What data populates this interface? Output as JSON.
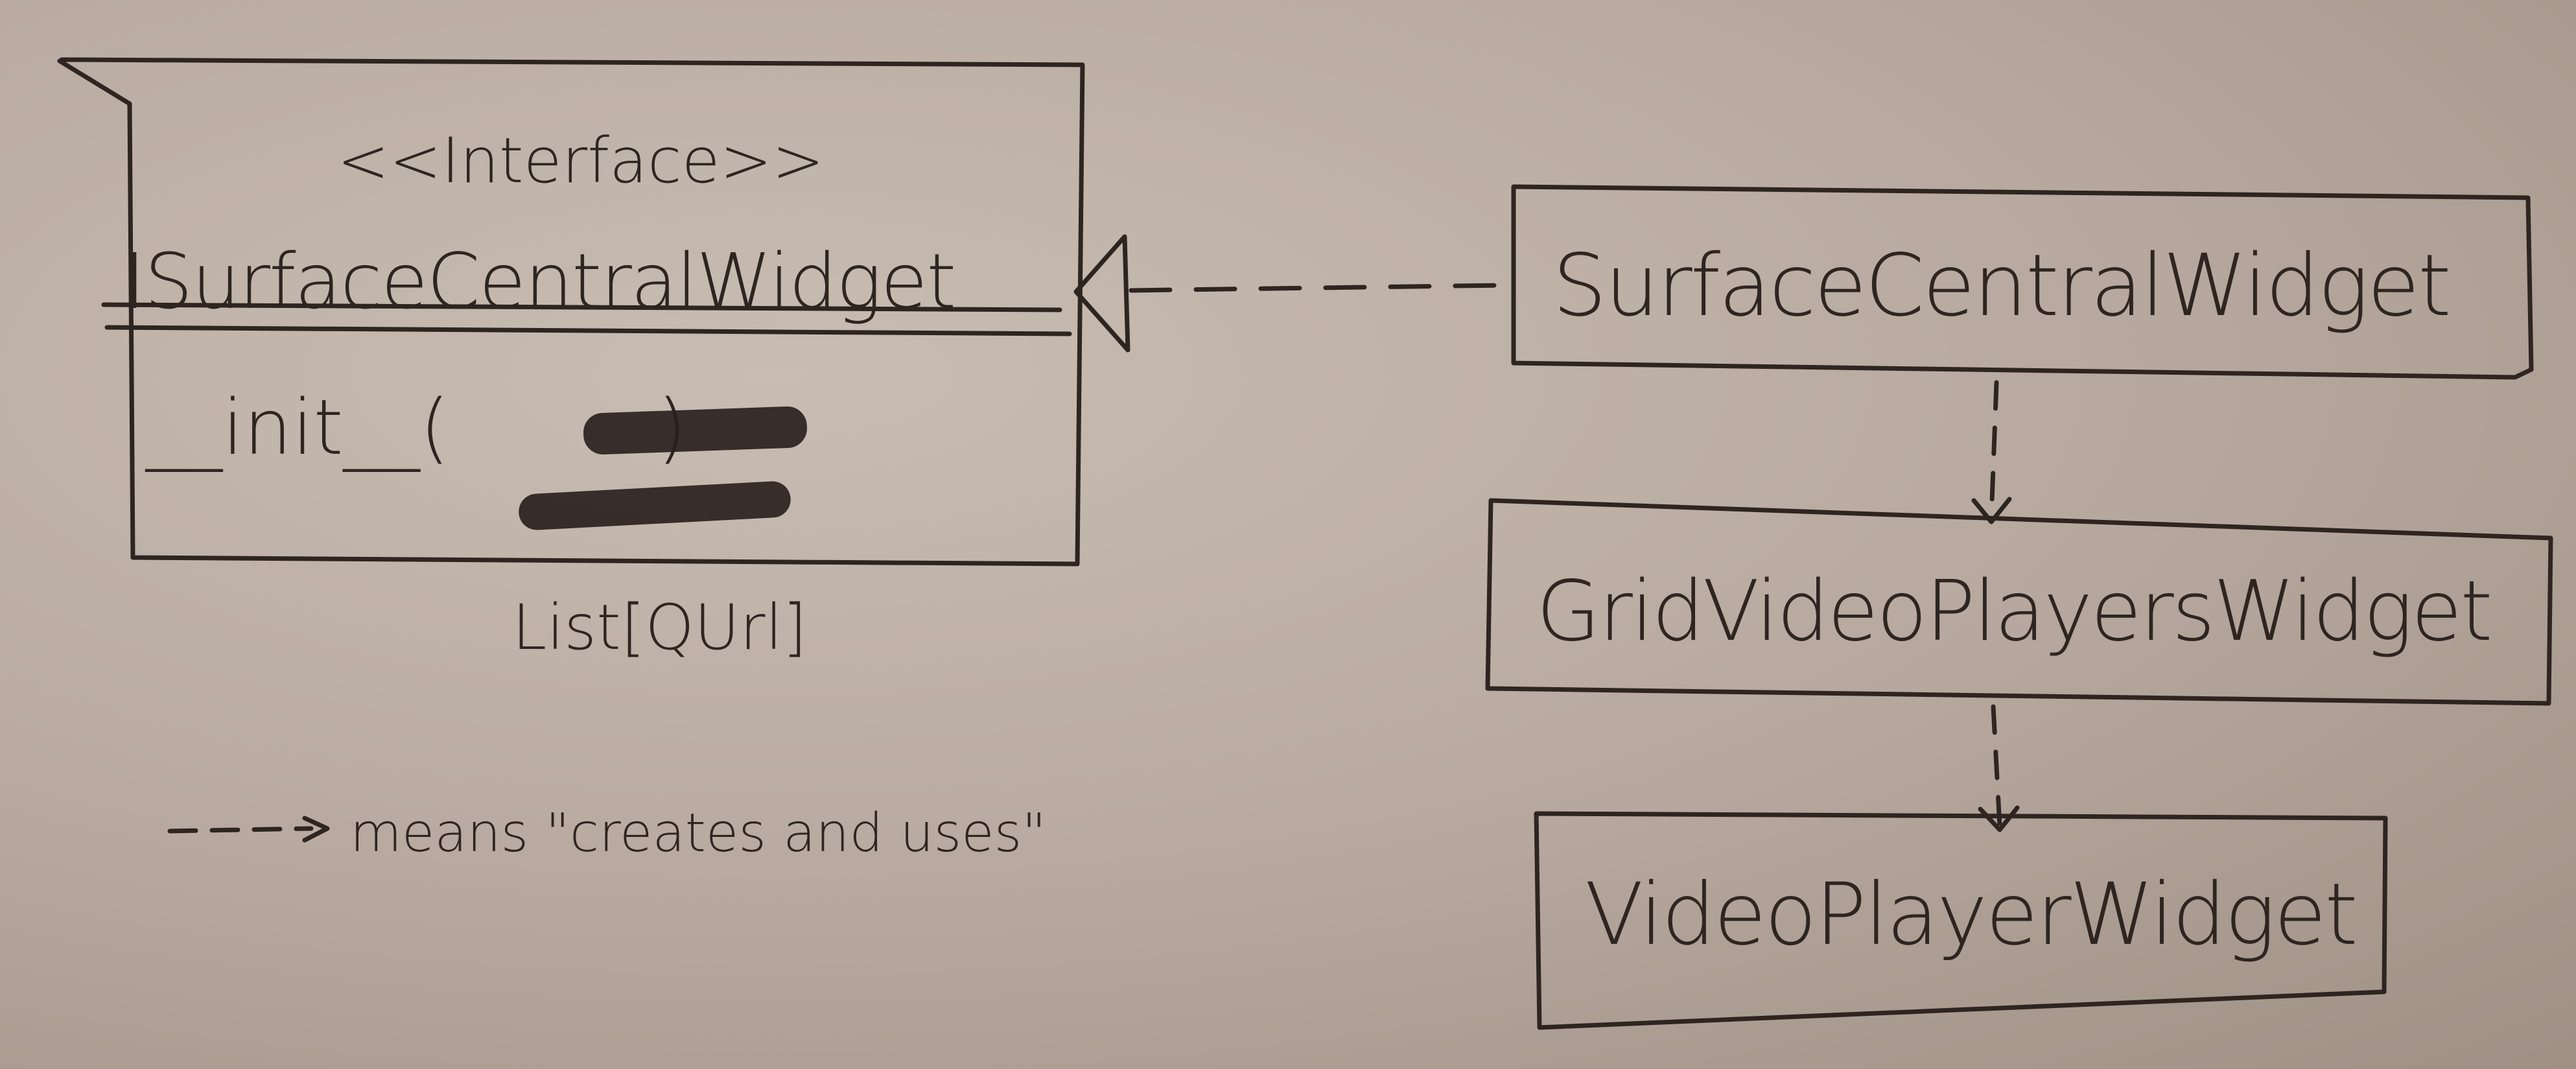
{
  "interface_class": {
    "stereotype": "<<Interface>>",
    "name": "ISurfaceCentralWidget",
    "method": "__init__(",
    "method_close": ")",
    "param_type_note": "List[QUrl]"
  },
  "classes": [
    {
      "name": "SurfaceCentralWidget"
    },
    {
      "name": "GridVideoPlayersWidget"
    },
    {
      "name": "VideoPlayerWidget"
    }
  ],
  "legend": {
    "arrow": "--->",
    "text": "means \"creates and uses\""
  },
  "colors": {
    "ink": "#2e2521",
    "paper": "#b6a89e"
  }
}
